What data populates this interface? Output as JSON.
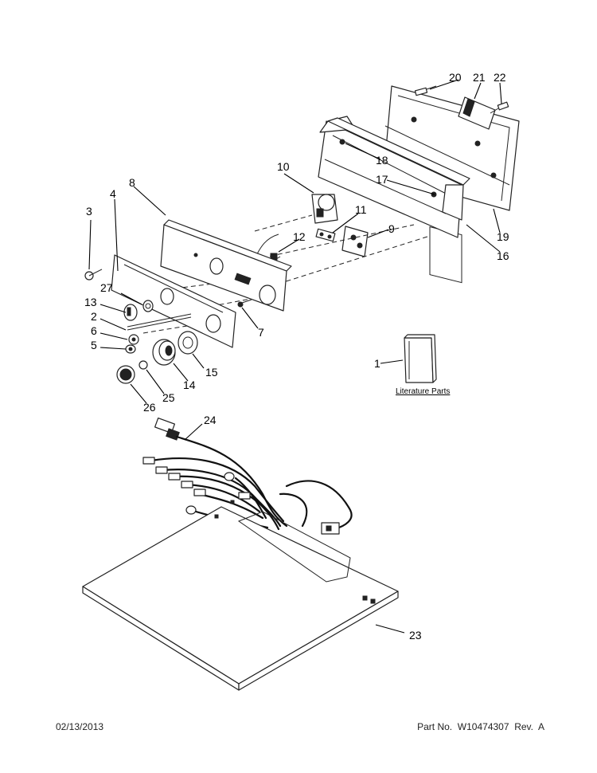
{
  "callouts": [
    "1",
    "2",
    "3",
    "4",
    "5",
    "6",
    "7",
    "8",
    "9",
    "10",
    "11",
    "12",
    "13",
    "14",
    "15",
    "16",
    "17",
    "18",
    "19",
    "20",
    "21",
    "22",
    "23",
    "24",
    "25",
    "26",
    "27"
  ],
  "literature_label": "Literature Parts",
  "footer": {
    "date": "02/13/2013",
    "part_number": "Part No.  W10474307  Rev.  A"
  },
  "icons": [
    "console-panel",
    "end-cap",
    "timer",
    "switch",
    "control-knob",
    "wire-harness",
    "top-panel",
    "literature-booklet",
    "screw"
  ]
}
